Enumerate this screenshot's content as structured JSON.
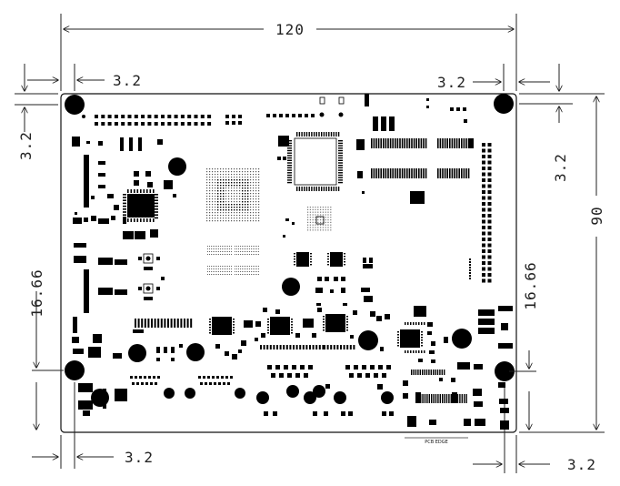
{
  "drawing": {
    "dimensions": {
      "width_total": "120",
      "height_total": "90",
      "hole_offset_top_left": "3.2",
      "hole_offset_top_right": "3.2",
      "hole_offset_left_top": "3.2",
      "hole_offset_right_top": "3.2",
      "hole_offset_bottom_left": "3.2",
      "hole_offset_bottom_right": "3.2",
      "left_lower_height": "16.66",
      "right_lower_height": "16.66"
    },
    "labels": {
      "pcb_edge": "PCB EDGE"
    }
  }
}
